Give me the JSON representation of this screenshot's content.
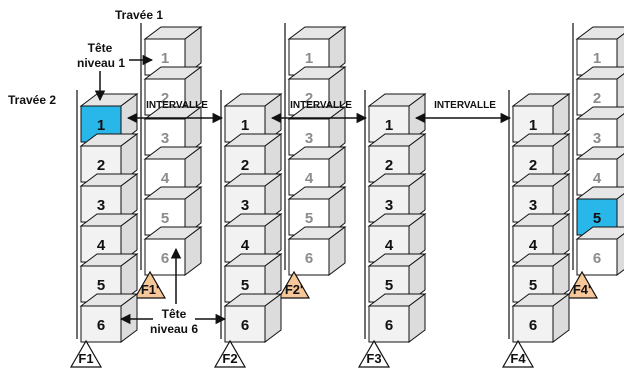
{
  "labels": {
    "travee1": "Travée 1",
    "travee2": "Travée 2",
    "tete1_line1": "Tête",
    "tete1_line2": "niveau 1",
    "tete6_line1": "Tête",
    "tete6_line2": "niveau 6",
    "intervalle": "INTERVALLE"
  },
  "colors": {
    "highlight": "#29B6E8",
    "frame_front": "#f2f2f2",
    "frame_side": "#dcdcdc",
    "frame_top": "#e6e6e6",
    "foot_back": "#F7C79A",
    "foot_front": "#ffffff",
    "stroke": "#111111",
    "back_text": "#8c8c8c"
  },
  "front_columns": [
    {
      "foot": "F1",
      "cells": [
        "1",
        "2",
        "3",
        "4",
        "5",
        "6"
      ],
      "highlight_cell": "1"
    },
    {
      "foot": "F2",
      "cells": [
        "1",
        "2",
        "3",
        "4",
        "5",
        "6"
      ],
      "highlight_cell": ""
    },
    {
      "foot": "F3",
      "cells": [
        "1",
        "2",
        "3",
        "4",
        "5",
        "6"
      ],
      "highlight_cell": ""
    },
    {
      "foot": "F4",
      "cells": [
        "1",
        "2",
        "3",
        "4",
        "5",
        "6"
      ],
      "highlight_cell": ""
    }
  ],
  "back_columns": [
    {
      "foot": "F1'",
      "cells": [
        "1",
        "2",
        "3",
        "4",
        "5",
        "6"
      ],
      "highlight_cell": ""
    },
    {
      "foot": "F2'",
      "cells": [
        "1",
        "2",
        "3",
        "4",
        "5",
        "6"
      ],
      "highlight_cell": ""
    },
    {
      "foot": "F4'",
      "cells": [
        "1",
        "2",
        "3",
        "4",
        "5",
        "6"
      ],
      "highlight_cell": "5"
    }
  ]
}
